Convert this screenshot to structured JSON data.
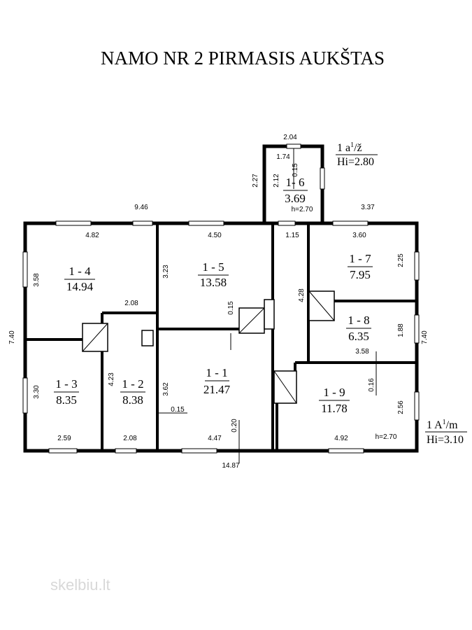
{
  "title": "NAMO NR 2 PIRMASIS AUKŠTAS",
  "rooms": [
    {
      "code": "1 - 1",
      "area": "21.47"
    },
    {
      "code": "1 - 2",
      "area": "8.38"
    },
    {
      "code": "1 - 3",
      "area": "8.35"
    },
    {
      "code": "1 - 4",
      "area": "14.94"
    },
    {
      "code": "1 - 5",
      "area": "13.58"
    },
    {
      "code": "1- 6",
      "area": "3.69"
    },
    {
      "code": "1 - 7",
      "area": "7.95"
    },
    {
      "code": "1 - 8",
      "area": "6.35"
    },
    {
      "code": "1 - 9",
      "area": "11.78"
    }
  ],
  "dimensions": {
    "overall_width": "14.87",
    "left_height": "7.40",
    "right_height": "7.40",
    "top_left": "9.46",
    "top_right": "3.37",
    "d_4_82": "4.82",
    "d_4_50": "4.50",
    "d_1_15": "1.15",
    "d_3_60": "3.60",
    "d_3_58_left": "3.58",
    "d_3_23": "3.23",
    "d_4_28": "4.28",
    "d_2_25": "2.25",
    "d_2_08_top": "2.08",
    "d_1_88": "1.88",
    "d_3_58_mid": "3.58",
    "d_3_30": "3.30",
    "d_4_23": "4.23",
    "d_3_62": "3.62",
    "d_0_15_a": "0.15",
    "d_0_15_b": "0.15",
    "d_0_15_c": "0.15",
    "d_0_20": "0.20",
    "d_0_16": "0.16",
    "d_2_56": "2.56",
    "d_2_59": "2.59",
    "d_2_08_bottom": "2.08",
    "d_4_47": "4.47",
    "d_4_92": "4.92",
    "d_2_04": "2.04",
    "d_1_74": "1.74",
    "d_2_27": "2.27",
    "d_2_12": "2.12"
  },
  "heights": {
    "room6_h": "h=2.70",
    "room9_h": "h=2.70"
  },
  "notes": {
    "annex_label_top": "1  a",
    "annex_sup": "1",
    "annex_suffix": "/ž",
    "annex_hi": "Hi=2.80",
    "main_label_top": "1  A",
    "main_sup": "1",
    "main_suffix": "/m",
    "main_hi": "Hi=3.10"
  },
  "watermark": "skelbiu.lt"
}
